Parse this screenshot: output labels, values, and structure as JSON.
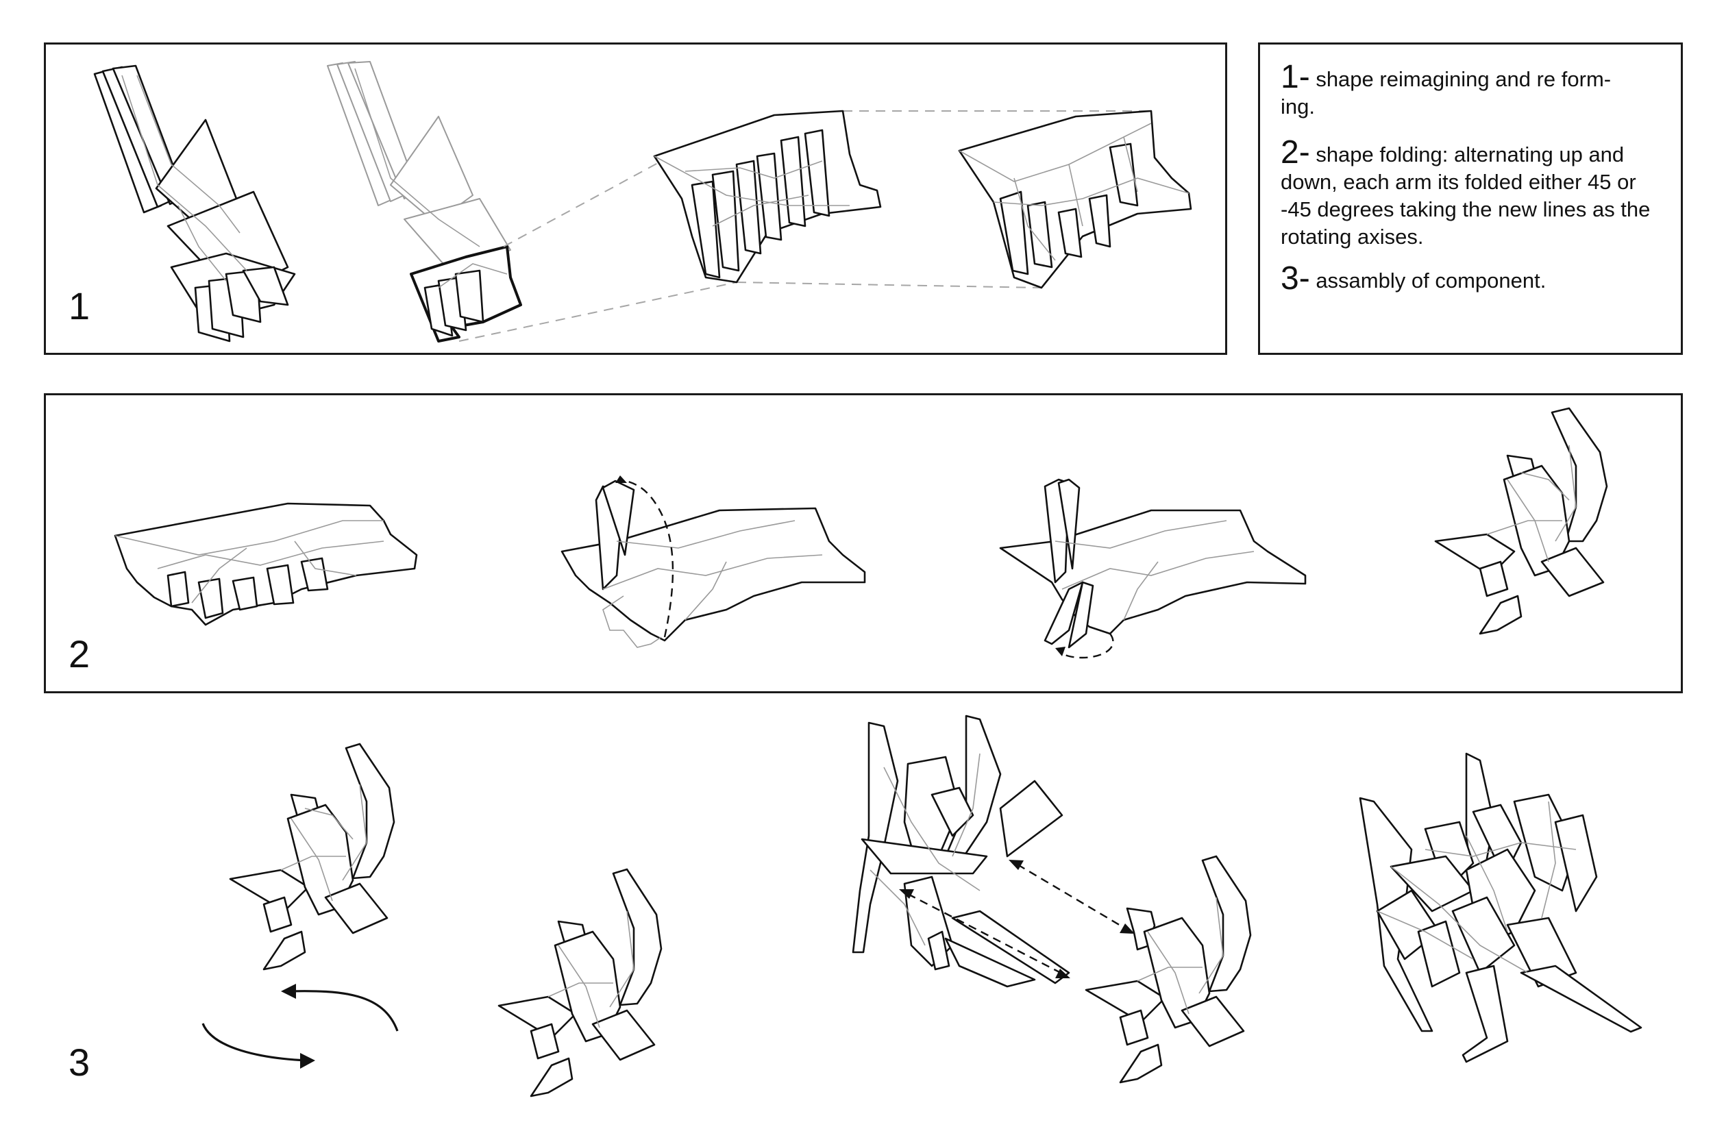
{
  "steps": [
    {
      "number": "1"
    },
    {
      "number": "2"
    },
    {
      "number": "3"
    }
  ],
  "legend": [
    {
      "number": "1-",
      "text": "shape reimagining and re form-\ning."
    },
    {
      "number": "2-",
      "text": "shape folding: alternating up and down, each arm its folded either 45 or -45 degrees taking the new lines as  the rotating axises."
    },
    {
      "number": "3-",
      "text": "assambly of component."
    }
  ],
  "colors": {
    "ink": "#111111",
    "crease": "#9a9a9a",
    "background": "#ffffff"
  }
}
